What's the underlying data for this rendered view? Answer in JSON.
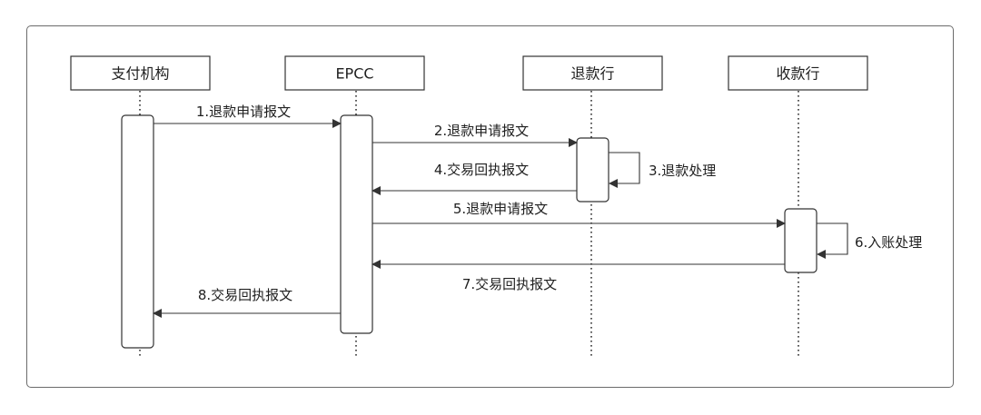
{
  "actors": [
    {
      "key": "pay",
      "label": "支付机构"
    },
    {
      "key": "epcc",
      "label": "EPCC"
    },
    {
      "key": "refund",
      "label": "退款行"
    },
    {
      "key": "receive",
      "label": "收款行"
    }
  ],
  "messages": [
    {
      "label": "1.退款申请报文",
      "from": "pay",
      "to": "epcc"
    },
    {
      "label": "2.退款申请报文",
      "from": "epcc",
      "to": "refund"
    },
    {
      "label": "3.退款处理",
      "from": "refund",
      "to": "refund"
    },
    {
      "label": "4.交易回执报文",
      "from": "refund",
      "to": "epcc"
    },
    {
      "label": "5.退款申请报文",
      "from": "epcc",
      "to": "receive"
    },
    {
      "label": "6.入账处理",
      "from": "receive",
      "to": "receive"
    },
    {
      "label": "7.交易回执报文",
      "from": "receive",
      "to": "epcc"
    },
    {
      "label": "8.交易回执报文",
      "from": "epcc",
      "to": "pay"
    }
  ]
}
